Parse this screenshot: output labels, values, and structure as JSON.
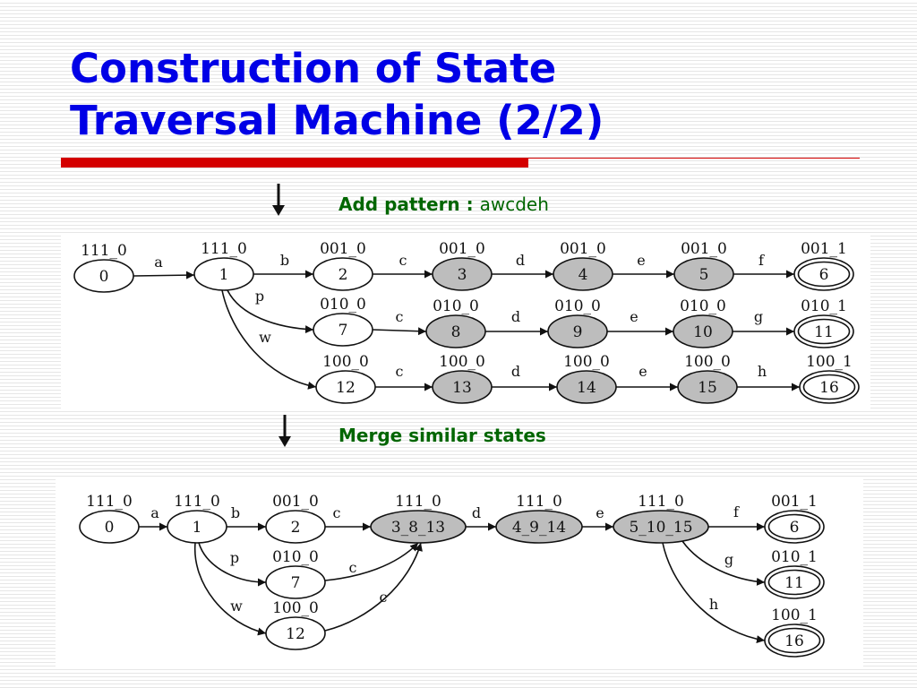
{
  "slide": {
    "title_line1": "Construction of State",
    "title_line2": "Traversal Machine (2/2)"
  },
  "step1": {
    "label": "Add pattern : ",
    "pattern": "awcdeh"
  },
  "step2": {
    "label": "Merge similar states"
  },
  "diagram_top": {
    "nodes": [
      {
        "id": "0",
        "label": "0",
        "tag": "111_0",
        "fill": "white",
        "final": false
      },
      {
        "id": "1",
        "label": "1",
        "tag": "111_0",
        "fill": "white",
        "final": false
      },
      {
        "id": "2",
        "label": "2",
        "tag": "001_0",
        "fill": "white",
        "final": false
      },
      {
        "id": "3",
        "label": "3",
        "tag": "001_0",
        "fill": "gray",
        "final": false
      },
      {
        "id": "4",
        "label": "4",
        "tag": "001_0",
        "fill": "gray",
        "final": false
      },
      {
        "id": "5",
        "label": "5",
        "tag": "001_0",
        "fill": "gray",
        "final": false
      },
      {
        "id": "6",
        "label": "6",
        "tag": "001_1",
        "fill": "white",
        "final": true
      },
      {
        "id": "7",
        "label": "7",
        "tag": "010_0",
        "fill": "white",
        "final": false
      },
      {
        "id": "8",
        "label": "8",
        "tag": "010_0",
        "fill": "gray",
        "final": false
      },
      {
        "id": "9",
        "label": "9",
        "tag": "010_0",
        "fill": "gray",
        "final": false
      },
      {
        "id": "10",
        "label": "10",
        "tag": "010_0",
        "fill": "gray",
        "final": false
      },
      {
        "id": "11",
        "label": "11",
        "tag": "010_1",
        "fill": "white",
        "final": true
      },
      {
        "id": "12",
        "label": "12",
        "tag": "100_0",
        "fill": "white",
        "final": false
      },
      {
        "id": "13",
        "label": "13",
        "tag": "100_0",
        "fill": "gray",
        "final": false
      },
      {
        "id": "14",
        "label": "14",
        "tag": "100_0",
        "fill": "gray",
        "final": false
      },
      {
        "id": "15",
        "label": "15",
        "tag": "100_0",
        "fill": "gray",
        "final": false
      },
      {
        "id": "16",
        "label": "16",
        "tag": "100_1",
        "fill": "white",
        "final": true
      }
    ],
    "edges": [
      {
        "from": "0",
        "to": "1",
        "label": "a"
      },
      {
        "from": "1",
        "to": "2",
        "label": "b"
      },
      {
        "from": "2",
        "to": "3",
        "label": "c"
      },
      {
        "from": "3",
        "to": "4",
        "label": "d"
      },
      {
        "from": "4",
        "to": "5",
        "label": "e"
      },
      {
        "from": "5",
        "to": "6",
        "label": "f"
      },
      {
        "from": "1",
        "to": "7",
        "label": "p"
      },
      {
        "from": "7",
        "to": "8",
        "label": "c"
      },
      {
        "from": "8",
        "to": "9",
        "label": "d"
      },
      {
        "from": "9",
        "to": "10",
        "label": "e"
      },
      {
        "from": "10",
        "to": "11",
        "label": "g"
      },
      {
        "from": "1",
        "to": "12",
        "label": "w"
      },
      {
        "from": "12",
        "to": "13",
        "label": "c"
      },
      {
        "from": "13",
        "to": "14",
        "label": "d"
      },
      {
        "from": "14",
        "to": "15",
        "label": "e"
      },
      {
        "from": "15",
        "to": "16",
        "label": "h"
      }
    ]
  },
  "diagram_bottom": {
    "nodes": [
      {
        "id": "0",
        "label": "0",
        "tag": "111_0",
        "fill": "white",
        "final": false
      },
      {
        "id": "1",
        "label": "1",
        "tag": "111_0",
        "fill": "white",
        "final": false
      },
      {
        "id": "2",
        "label": "2",
        "tag": "001_0",
        "fill": "white",
        "final": false
      },
      {
        "id": "3_8_13",
        "label": "3_8_13",
        "tag": "111_0",
        "fill": "gray",
        "final": false
      },
      {
        "id": "4_9_14",
        "label": "4_9_14",
        "tag": "111_0",
        "fill": "gray",
        "final": false
      },
      {
        "id": "5_10_15",
        "label": "5_10_15",
        "tag": "111_0",
        "fill": "gray",
        "final": false
      },
      {
        "id": "6",
        "label": "6",
        "tag": "001_1",
        "fill": "white",
        "final": true
      },
      {
        "id": "7",
        "label": "7",
        "tag": "010_0",
        "fill": "white",
        "final": false
      },
      {
        "id": "11",
        "label": "11",
        "tag": "010_1",
        "fill": "white",
        "final": true
      },
      {
        "id": "12",
        "label": "12",
        "tag": "100_0",
        "fill": "white",
        "final": false
      },
      {
        "id": "16",
        "label": "16",
        "tag": "100_1",
        "fill": "white",
        "final": true
      }
    ],
    "edges": [
      {
        "from": "0",
        "to": "1",
        "label": "a"
      },
      {
        "from": "1",
        "to": "2",
        "label": "b"
      },
      {
        "from": "2",
        "to": "3_8_13",
        "label": "c"
      },
      {
        "from": "3_8_13",
        "to": "4_9_14",
        "label": "d"
      },
      {
        "from": "4_9_14",
        "to": "5_10_15",
        "label": "e"
      },
      {
        "from": "5_10_15",
        "to": "6",
        "label": "f"
      },
      {
        "from": "1",
        "to": "7",
        "label": "p"
      },
      {
        "from": "7",
        "to": "3_8_13",
        "label": "c"
      },
      {
        "from": "1",
        "to": "12",
        "label": "w"
      },
      {
        "from": "12",
        "to": "3_8_13",
        "label": "c"
      },
      {
        "from": "5_10_15",
        "to": "11",
        "label": "g"
      },
      {
        "from": "5_10_15",
        "to": "16",
        "label": "h"
      }
    ]
  },
  "colors": {
    "title": "#0000e6",
    "rule": "#d40000",
    "step_text": "#006600",
    "node_gray": "#bdbdbd",
    "node_white": "#ffffff",
    "stroke": "#111111"
  }
}
